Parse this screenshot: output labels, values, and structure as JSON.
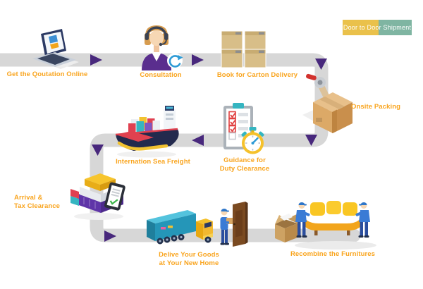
{
  "badge": {
    "label": "Door to Door Shipment",
    "color_left": "#EAC14B",
    "color_right": "#7FB5A2"
  },
  "colors": {
    "background": "#FFFFFF",
    "road": "#D7D7D7",
    "arrow": "#48287C",
    "label_text": "#F9A41D"
  },
  "steps": [
    {
      "label": "Get the Qoutation Online",
      "icon": "laptop-icon"
    },
    {
      "label": "Consultation",
      "icon": "support-agent-icon"
    },
    {
      "label": "Book for Carton Delivery",
      "icon": "carton-boxes-icon"
    },
    {
      "label": "Onsite Packing",
      "icon": "packing-box-tape-icon"
    },
    {
      "label": "Internation Sea Freight",
      "icon": "cargo-ship-icon"
    },
    {
      "label": "Guidance for\nDuty Clearance",
      "icon": "checklist-stopwatch-icon"
    },
    {
      "label": "Arrival &\nTax Clearance",
      "icon": "containers-clipboard-icon"
    },
    {
      "label": "Delive Your Goods\nat Your New Home",
      "icon": "delivery-truck-door-icon"
    },
    {
      "label": "Recombine the Furnitures",
      "icon": "movers-sofa-icon"
    }
  ]
}
